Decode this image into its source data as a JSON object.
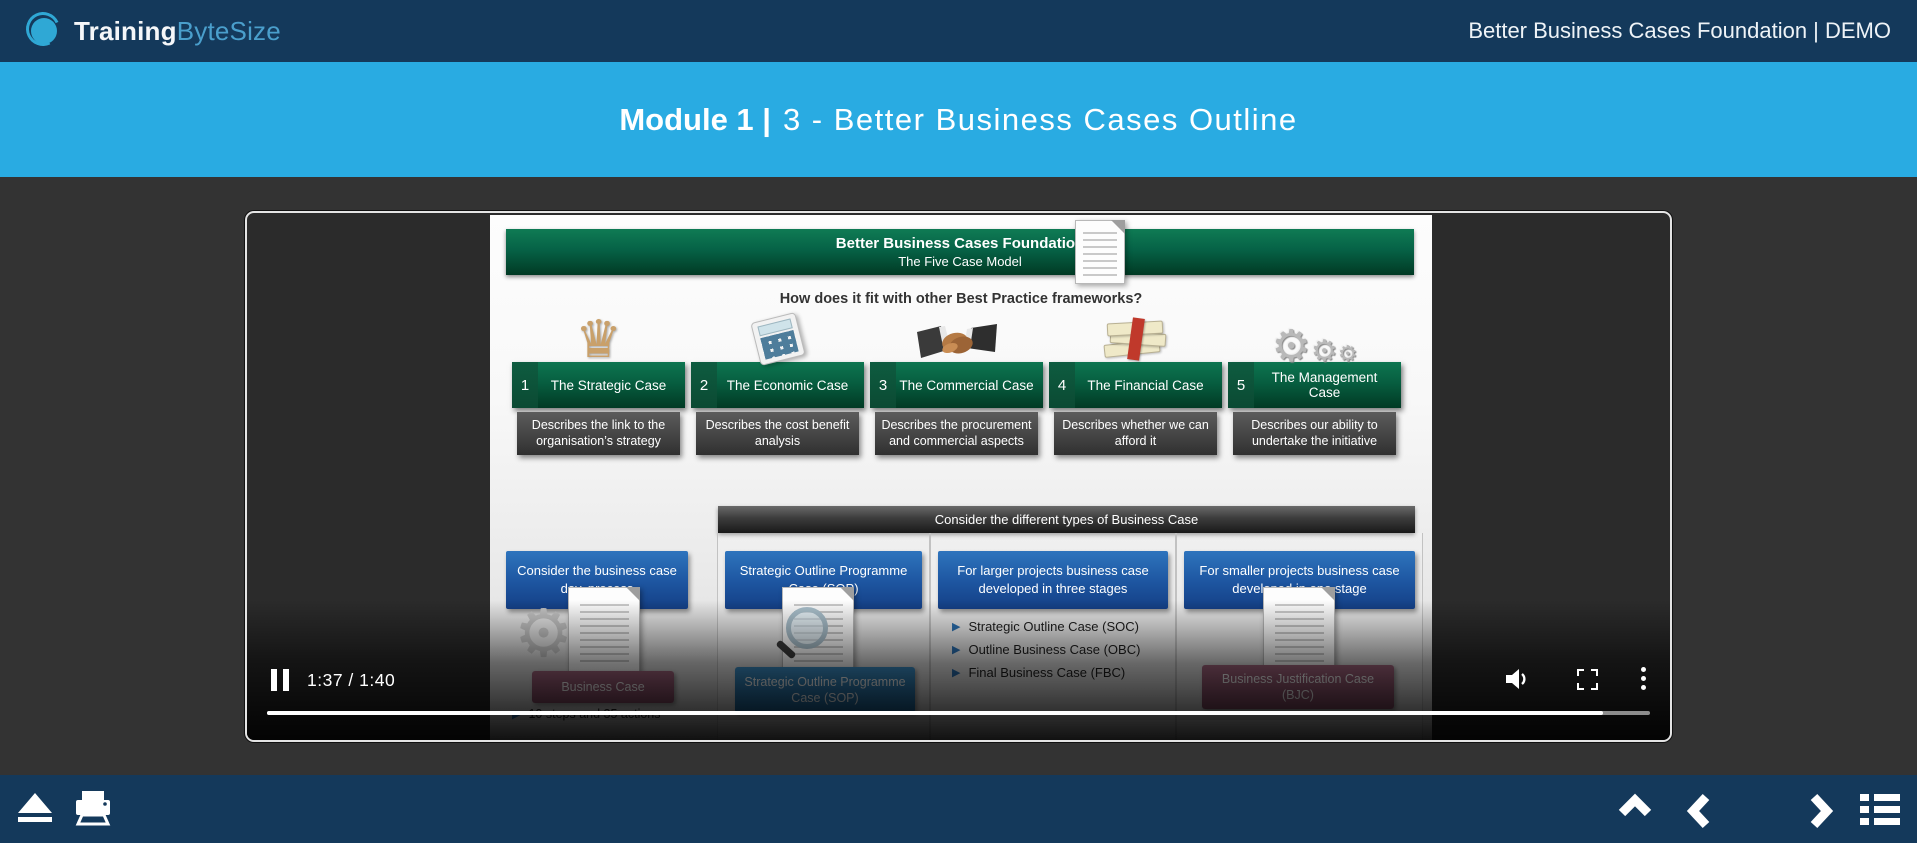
{
  "header": {
    "logo_part1": "Training",
    "logo_part2": "ByteSize",
    "logo_icon": "crescent-circle-logo",
    "course_title": "Better Business Cases Foundation | DEMO"
  },
  "banner": {
    "module_label": "Module 1 |",
    "lesson_label": "3 - Better Business Cases Outline"
  },
  "slide": {
    "title": "Better Business Cases Foundation",
    "subtitle": "The Five Case Model",
    "question": "How does it fit with other Best Practice frameworks?",
    "cases": [
      {
        "num": "1",
        "name": "The Strategic Case",
        "desc": "Describes the link to the organisation’s strategy",
        "icon": "chess-queen-icon"
      },
      {
        "num": "2",
        "name": "The Economic Case",
        "desc": "Describes the cost benefit analysis",
        "icon": "calculator-icon"
      },
      {
        "num": "3",
        "name": "The Commercial Case",
        "desc": "Describes the procurement and commercial aspects",
        "icon": "handshake-icon"
      },
      {
        "num": "4",
        "name": "The Financial Case",
        "desc": "Describes whether we can afford it",
        "icon": "money-stack-icon"
      },
      {
        "num": "5",
        "name": "The Management Case",
        "desc": "Describes our ability to undertake the initiative",
        "icon": "gears-icon"
      }
    ],
    "types_bar": "Consider the different types of Business Case",
    "process_box": "Consider the business case dev. process",
    "type_boxes": [
      "Strategic Outline Programme Case (SOP)",
      "For larger projects business case developed in three stages",
      "For smaller projects business case developed in one stage"
    ],
    "business_case_label": "Business Case",
    "steps_note": "10 steps and 35 actions",
    "sop_label": "Strategic Outline Programme Case (SOP)",
    "stages": [
      "Strategic Outline Case (SOC)",
      "Outline Business Case (OBC)",
      "Final Business Case (FBC)"
    ],
    "bjc_label": "Business Justification Case (BJC)"
  },
  "player": {
    "time_display": "1:37 / 1:40",
    "progress_percent": 96.6,
    "icons": [
      "pause",
      "volume",
      "fullscreen",
      "more-options"
    ]
  },
  "toolbar": {
    "icons": [
      "eject",
      "print",
      "collapse-up",
      "previous",
      "next",
      "menu-list"
    ]
  },
  "colors": {
    "navy": "#14395B",
    "banner-blue": "#29ABE2",
    "stage": "#333333",
    "green-top": "#0d7550",
    "green-bot": "#013a24",
    "bluebox-top": "#2e74bd",
    "bluebox-bot": "#143f85",
    "maroon-top": "#a86882",
    "maroon-bot": "#8a4e69",
    "soplabel-top": "#3e93cc",
    "soplabel-bot": "#1f6ca3",
    "bullet-blue": "#2a6fb0"
  }
}
